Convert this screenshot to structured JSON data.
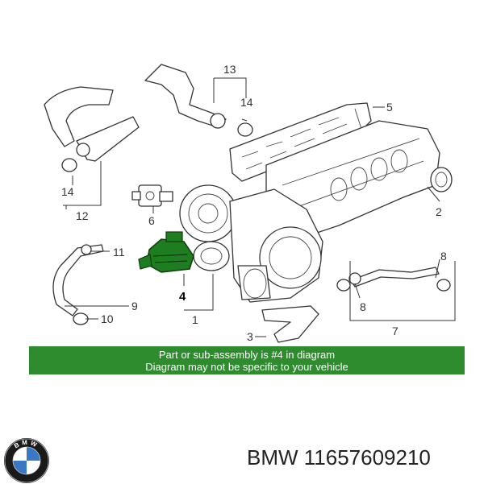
{
  "callouts": {
    "c1": "1",
    "c2": "2",
    "c3": "3",
    "c4": "4",
    "c5": "5",
    "c6": "6",
    "c7": "7",
    "c8a": "8",
    "c8b": "8",
    "c9": "9",
    "c10": "10",
    "c11": "11",
    "c12": "12",
    "c13": "13",
    "c14a": "14",
    "c14b": "14"
  },
  "banner": {
    "line1": "Part or sub-assembly is #4 in diagram",
    "line2": "Diagram may not be specific to your vehicle"
  },
  "brand": {
    "name": "BMW",
    "part_number": "BMW 11657609210",
    "logo_letters": "BMW"
  },
  "colors": {
    "banner_bg": "#2e8b2e",
    "highlight_part": "#1e7d1e",
    "logo_blue": "#3a78c3"
  },
  "icons": {
    "logo": "bmw-roundel-icon"
  }
}
